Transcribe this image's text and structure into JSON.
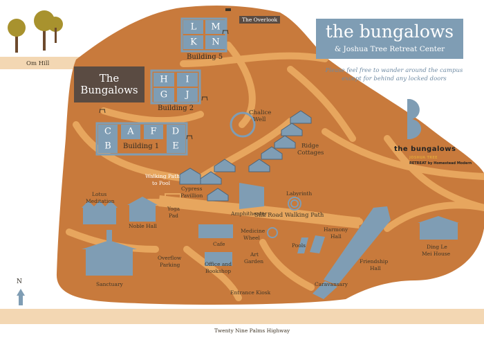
{
  "title": "the bungalows",
  "subtitle": "& Joshua Tree Retreat Center",
  "intro": {
    "line1": "Please feel free to wander around the campus",
    "line2": "except for behind any locked doors"
  },
  "bungalows_box": {
    "line1": "The",
    "line2": "Bungalows"
  },
  "logo": {
    "letter": "B",
    "name": "the bungalows",
    "joshua_tree": "JOSHUA TREE",
    "retreat": "RETREAT by Homestead Modern"
  },
  "compass": "N",
  "rooms": {
    "building5": [
      "L",
      "M",
      "K",
      "N"
    ],
    "building2": [
      "H",
      "I",
      "G",
      "J"
    ],
    "building1": [
      "C",
      "A",
      "F",
      "D",
      "B",
      "E"
    ]
  },
  "labels": {
    "om_hill": "Om Hill",
    "overlook": "The Overlook",
    "building5": "Building 5",
    "building2": "Building 2",
    "building1": "Building 1",
    "chalice_well_1": "Chalice",
    "chalice_well_2": "Well",
    "ridge_cottages_1": "Ridge",
    "ridge_cottages_2": "Cottages",
    "walking_path_1": "Walking Path",
    "walking_path_2": "to Pool",
    "cypress_pavilion_1": "Cypress",
    "cypress_pavilion_2": "Pavillion",
    "lotus_meditation_1": "Lotus",
    "lotus_meditation_2": "Meditation",
    "labyrinth": "Labyrinth",
    "amphitheater": "Amphitheater",
    "silk_road": "Silk Road Walking Path",
    "yoga_pad_1": "Yoga",
    "yoga_pad_2": "Pad",
    "noble_hall": "Noble Hall",
    "medicine_wheel_1": "Medicine",
    "medicine_wheel_2": "Wheel",
    "harmony_hall_1": "Harmony",
    "harmony_hall_2": "Hall",
    "cafe": "Cafe",
    "pools": "Pools",
    "overflow_parking_1": "Overflow",
    "overflow_parking_2": "Parking",
    "art_garden_1": "Art",
    "art_garden_2": "Garden",
    "office_1": "Office and",
    "office_2": "Bookshop",
    "friendship_hall_1": "Friendship",
    "friendship_hall_2": "Hall",
    "ding_le_1": "Ding Le",
    "ding_le_2": "Mei House",
    "sanctuary": "Sanctuary",
    "caravansary": "Caravansary",
    "entrance_kiosk": "Entrance Kiosk",
    "highway": "Twenty Nine Palms Highway"
  },
  "colors": {
    "terrain": "#c87a3c",
    "path": "#e7a65e",
    "building": "#7f9db4",
    "title_box": "#7f9db4",
    "bungalows_box": "#5a4b42",
    "highway": "#f3d7b3"
  }
}
